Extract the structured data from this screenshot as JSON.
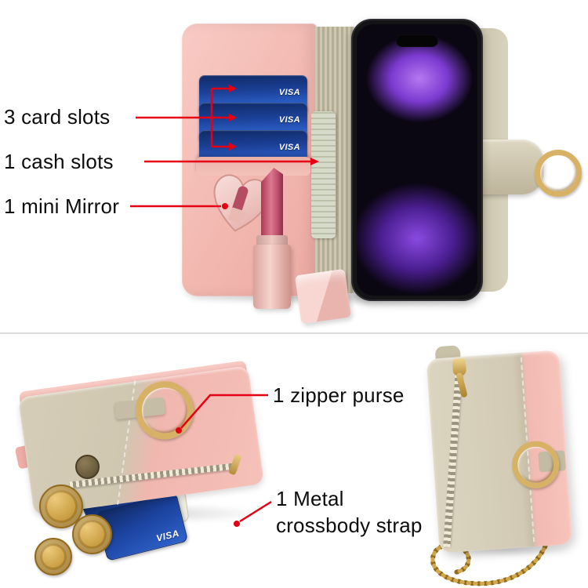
{
  "colors": {
    "annotation_red": "#e60014",
    "case_pink": "#f2b9b1",
    "strap_khaki": "#cfc7b0",
    "card_blue": "#1d49a8",
    "metal_gold": "#d7b266",
    "screen_purple": "#7b3ad0"
  },
  "feature_labels": {
    "card_slots": "3 card slots",
    "cash_slots": "1 cash slots",
    "mini_mirror": "1 mini Mirror",
    "zipper_purse": "1 zipper purse",
    "crossbody_strap": {
      "line1": "1 Metal",
      "line2": "crossbody strap"
    }
  },
  "card_brand": "VISA"
}
